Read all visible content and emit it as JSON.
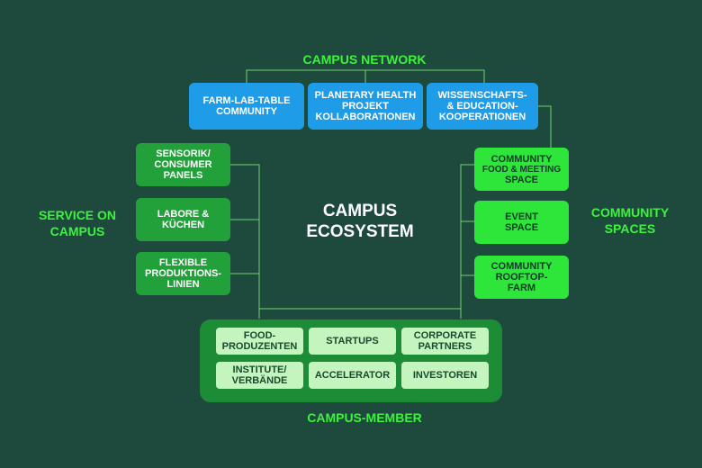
{
  "center": {
    "line1": "CAMPUS",
    "line2": "ECOSYSTEM"
  },
  "labels": {
    "campus_network": "CAMPUS NETWORK",
    "service_on_campus_line1": "SERVICE ON",
    "service_on_campus_line2": "CAMPUS",
    "community_spaces_line1": "COMMUNITY",
    "community_spaces_line2": "SPACES",
    "campus_member": "CAMPUS-MEMBER"
  },
  "network": [
    {
      "line1": "FARM-LAB-TABLE",
      "line2": "COMMUNITY"
    },
    {
      "line1": "PLANETARY HEALTH",
      "line2": "PROJEKT",
      "line3": "KOLLABORATIONEN"
    },
    {
      "line1": "WISSENSCHAFTS-",
      "line2": "& EDUCATION-",
      "line3": "KOOPERATIONEN"
    }
  ],
  "services": [
    {
      "line1": "SENSORIK/",
      "line2": "CONSUMER",
      "line3": "PANELS"
    },
    {
      "line1": "LABORE &",
      "line2": "KÜCHEN"
    },
    {
      "line1": "FLEXIBLE",
      "line2": "PRODUKTIONS-",
      "line3": "LINIEN"
    }
  ],
  "spaces": [
    {
      "line1": "COMMUNITY",
      "line2": "FOOD & MEETING",
      "line3": "SPACE"
    },
    {
      "line1": "EVENT",
      "line2": "SPACE"
    },
    {
      "line1": "COMMUNITY",
      "line2": "ROOFTOP-",
      "line3": "FARM"
    }
  ],
  "members": [
    {
      "line1": "FOOD-",
      "line2": "PRODUZENTEN"
    },
    {
      "line1": "STARTUPS"
    },
    {
      "line1": "CORPORATE",
      "line2": "PARTNERS"
    },
    {
      "line1": "INSTITUTE/",
      "line2": "VERBÄNDE"
    },
    {
      "line1": "ACCELERATOR"
    },
    {
      "line1": "INVESTOREN"
    }
  ],
  "colors": {
    "background": "#1d4a3c",
    "network_box": "#1f9ce8",
    "service_box": "#22a03a",
    "space_box": "#2ee63a",
    "member_panel": "#1c8c36",
    "member_box": "#c4f5bf",
    "label_text": "#3df23d",
    "connector": "#6fd36f"
  }
}
